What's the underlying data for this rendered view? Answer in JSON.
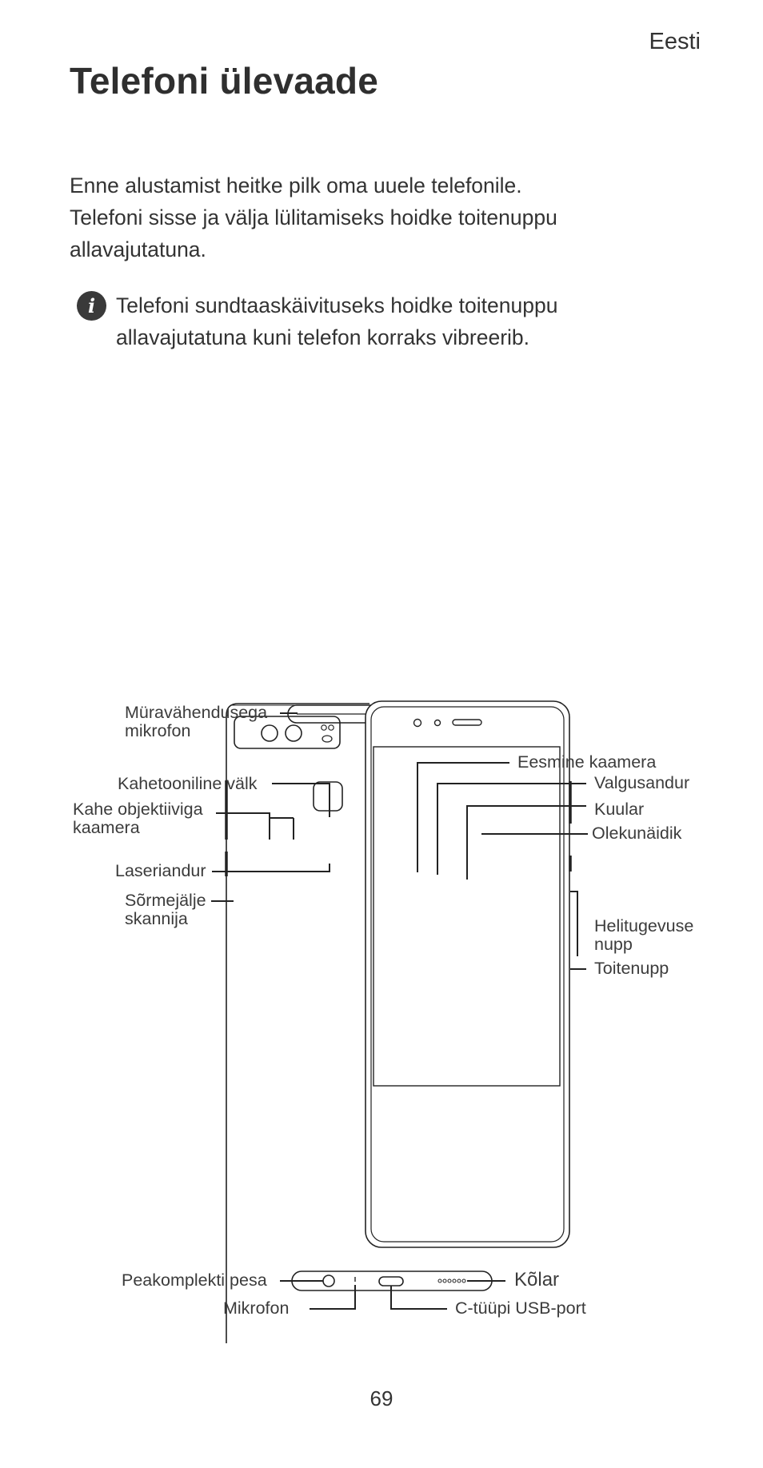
{
  "header": {
    "language": "Eesti"
  },
  "title": "Telefoni ülevaade",
  "intro": [
    "Enne alustamist heitke pilk oma uuele telefonile.",
    "Telefoni sisse ja välja lülitamiseks hoidke toitenuppu",
    "allavajutatuna."
  ],
  "note": {
    "icon": "info-icon",
    "lines": [
      "Telefoni sundtaaskäivituseks hoidke toitenuppu",
      "allavajutatuna kuni telefon korraks vibreerib."
    ]
  },
  "diagram": {
    "labels": {
      "noise_mic": [
        "Müravähendusega",
        "mikrofon"
      ],
      "dual_flash": "Kahetooniline välk",
      "dual_camera": [
        "Kahe objektiiviga",
        "kaamera"
      ],
      "laser_sensor": "Laseriandur",
      "fingerprint": [
        "Sõrmejälje",
        "skannija"
      ],
      "front_camera": "Eesmine kaamera",
      "light_sensor": "Valgusandur",
      "earpiece": "Kuular",
      "status_indicator": "Olekunäidik",
      "volume_button": [
        "Helitugevuse",
        "nupp"
      ],
      "power_button": "Toitenupp",
      "headset_jack": "Peakomplekti pesa",
      "microphone": "Mikrofon",
      "speaker": "Kõlar",
      "usb_port": "C-tüüpi USB-port"
    }
  },
  "page_number": "69"
}
